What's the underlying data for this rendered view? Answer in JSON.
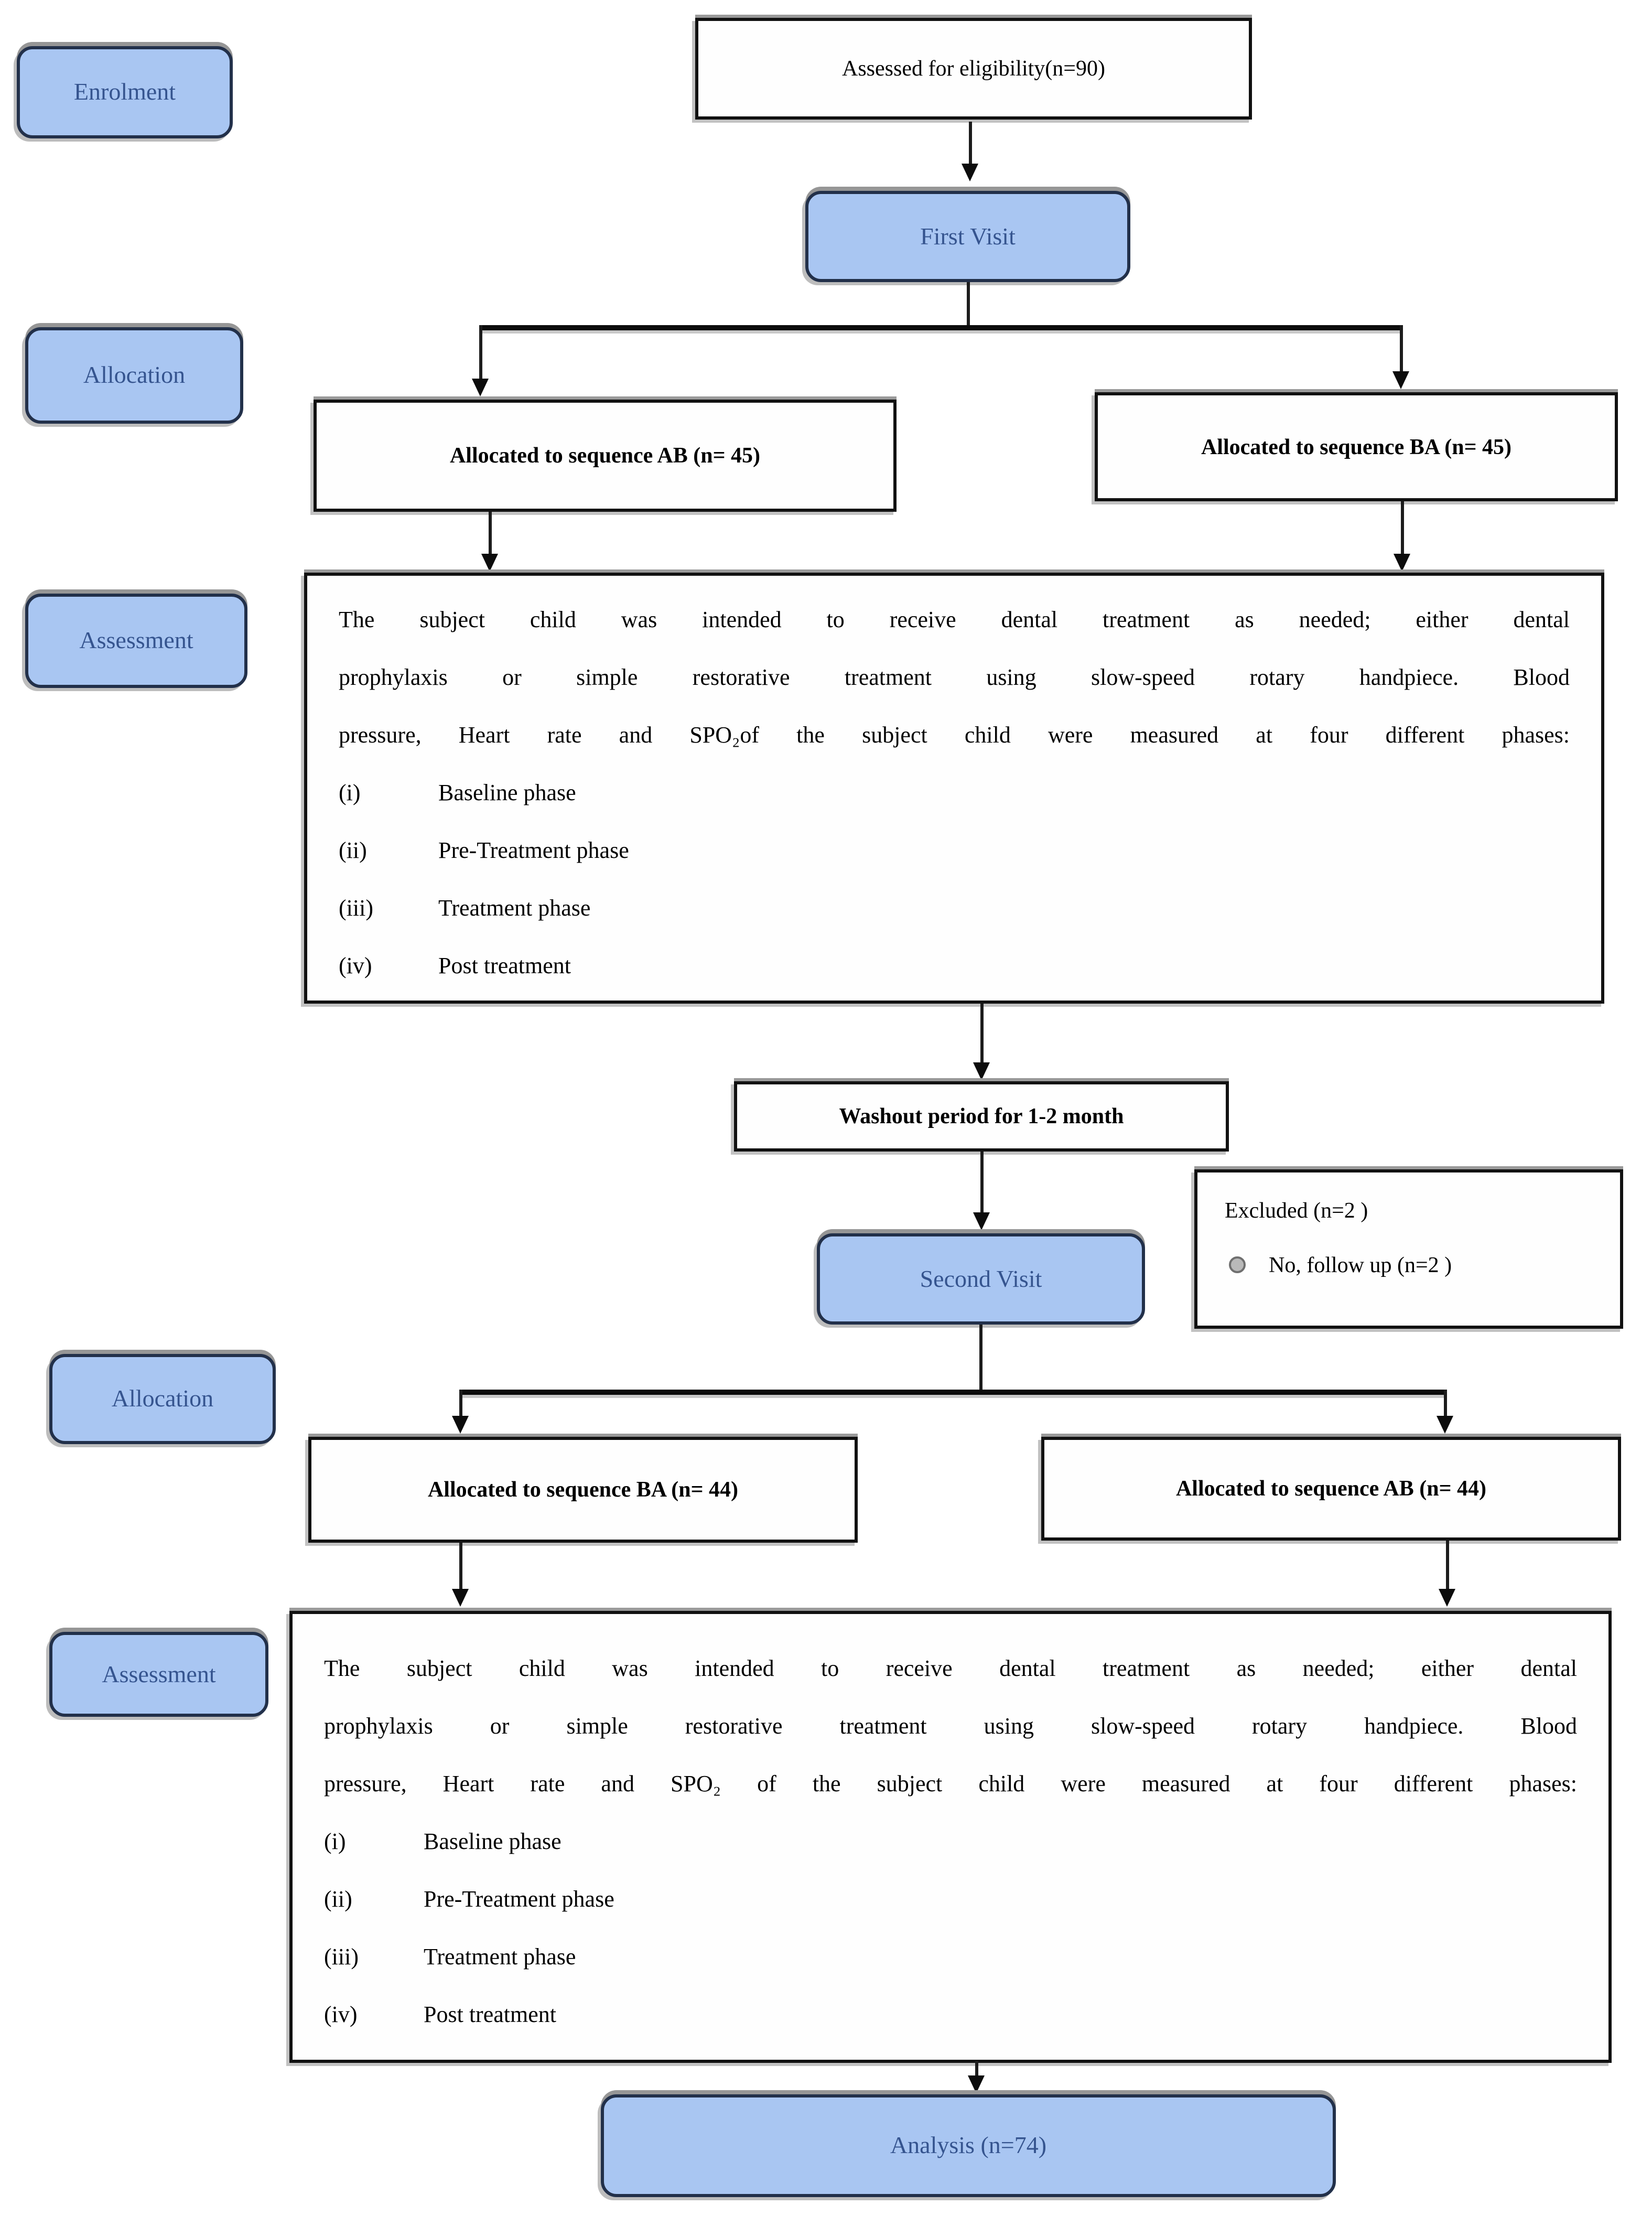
{
  "colors": {
    "node_fill": "#a9c6f2",
    "node_border": "#22304a",
    "node_text": "#35548f",
    "box_border": "#111111",
    "line_color": "#0c0c0c",
    "shadow": "#9a9a9a"
  },
  "stages": [
    {
      "label": "Enrolment"
    },
    {
      "label": "Allocation"
    },
    {
      "label": "Assessment"
    },
    {
      "label": "Allocation"
    },
    {
      "label": "Assessment"
    }
  ],
  "flow": {
    "assessed": "Assessed for eligibility(n=90)",
    "first_visit": "First Visit",
    "alloc_ab_45": "Allocated to sequence AB (n= 45)",
    "alloc_ba_45": "Allocated to sequence BA (n= 45)",
    "washout": "Washout period for 1-2 month",
    "second_visit": "Second Visit",
    "excluded": {
      "title": "Excluded (n=2 )",
      "item": "No, follow up (n=2 )"
    },
    "alloc_ba_44": "Allocated to sequence BA (n= 44)",
    "alloc_ab_44": "Allocated to sequence AB (n= 44)",
    "analysis": "Analysis (n=74)"
  },
  "assessment1": {
    "lines": [
      "The subject child was intended to receive dental treatment as needed; either dental",
      "prophylaxis or simple restorative treatment using slow-speed rotary handpiece. Blood",
      "pressure, Heart rate and SPO₂of the subject child were measured at four different phases:"
    ],
    "items": [
      {
        "numeral": "(i)",
        "text": "Baseline phase"
      },
      {
        "numeral": "(ii)",
        "text": "Pre-Treatment phase"
      },
      {
        "numeral": "(iii)",
        "text": "Treatment phase"
      },
      {
        "numeral": "(iv)",
        "text": "Post treatment"
      }
    ]
  },
  "assessment2": {
    "lines": [
      "The subject child was intended to receive dental treatment as needed; either dental",
      "prophylaxis or simple restorative treatment using slow-speed rotary handpiece. Blood",
      "pressure, Heart rate and SPO₂ of the subject child were measured at four different phases:"
    ],
    "items": [
      {
        "numeral": "(i)",
        "text": "Baseline phase"
      },
      {
        "numeral": "(ii)",
        "text": "Pre-Treatment phase"
      },
      {
        "numeral": "(iii)",
        "text": "Treatment phase"
      },
      {
        "numeral": "(iv)",
        "text": "Post treatment"
      }
    ]
  }
}
